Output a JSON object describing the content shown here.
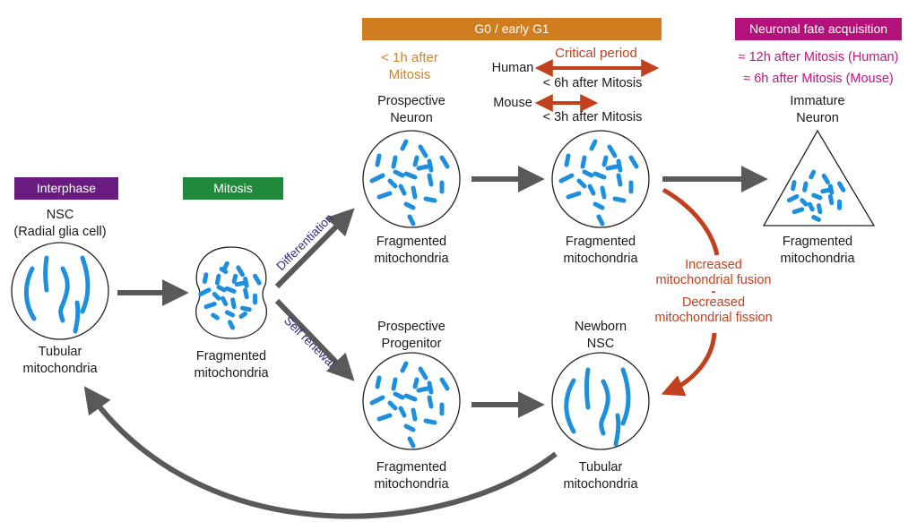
{
  "colors": {
    "interphase": "#6a1b7f",
    "mitosis": "#1f8a3a",
    "g0": "#cf7d1f",
    "neuronal_fate": "#b2127a",
    "mito_blue": "#1e8fdc",
    "arrow_gray": "#595959",
    "fusion_red": "#c1411f",
    "branch_text": "#2e2a7a",
    "orange_text": "#d0832a",
    "magenta_text": "#c0157f"
  },
  "phases": {
    "interphase": "Interphase",
    "mitosis": "Mitosis",
    "g0": "G0 / early G1",
    "neuronal_fate": "Neuronal fate acquisition"
  },
  "timing": {
    "early": [
      "< 1h after",
      "Mitosis"
    ],
    "critical_period": "Critical period",
    "human_label": "Human",
    "human_time": "< 6h after Mitosis",
    "mouse_label": "Mouse",
    "mouse_time": "< 3h after Mitosis",
    "fate_human": "≈ 12h after Mitosis (Human)",
    "fate_mouse": "≈ 6h after Mitosis (Mouse)"
  },
  "cells": {
    "nsc": {
      "title": [
        "NSC",
        "(Radial glia cell)"
      ],
      "caption": [
        "Tubular",
        "mitochondria"
      ]
    },
    "mitotic": {
      "caption": [
        "Fragmented",
        "mitochondria"
      ]
    },
    "prospective_neuron": {
      "title": [
        "Prospective",
        "Neuron"
      ],
      "caption": [
        "Fragmented",
        "mitochondria"
      ]
    },
    "neuron_g1": {
      "caption": [
        "Fragmented",
        "mitochondria"
      ]
    },
    "immature_neuron": {
      "title": [
        "Immature",
        "Neuron"
      ],
      "caption": [
        "Fragmented",
        "mitochondria"
      ]
    },
    "prospective_progenitor": {
      "title": [
        "Prospective",
        "Progenitor"
      ],
      "caption": [
        "Fragmented",
        "mitochondria"
      ]
    },
    "newborn_nsc": {
      "title": [
        "Newborn",
        "NSC"
      ],
      "caption": [
        "Tubular",
        "mitochondria"
      ]
    }
  },
  "branches": {
    "differentiation": "Differentiation",
    "self_renewal": "Self renewal"
  },
  "fusion_note": [
    "Increased",
    "mitochondrial fusion",
    "-",
    "Decreased",
    "mitochondrial fission"
  ]
}
